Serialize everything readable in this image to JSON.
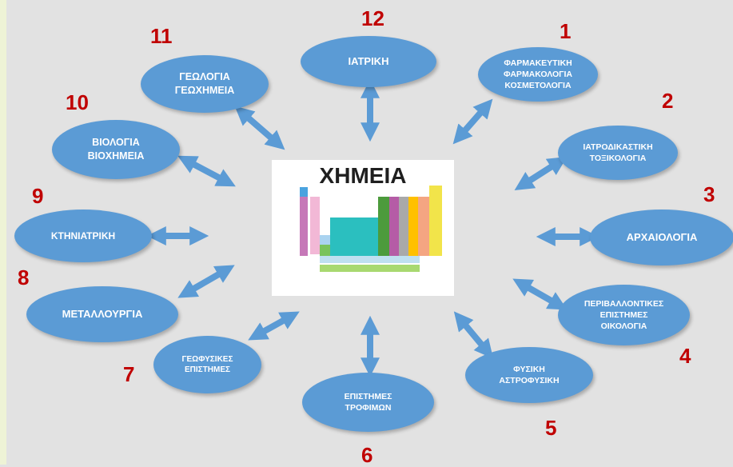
{
  "center": {
    "title": "ΧΗΜΕΙΑ"
  },
  "fields": [
    {
      "number": "1",
      "label": "ΦΑΡΜΑΚΕΥΤΙΚΗ\nΦΑΡΜΑΚΟΛΟΓΙΑ\nΚΟΣΜΕΤΟΛΟΓΙΑ"
    },
    {
      "number": "2",
      "label": "ΙΑΤΡΟΔΙΚΑΣΤΙΚΗ\nΤΟΞΙΚΟΛΟΓΙΑ"
    },
    {
      "number": "3",
      "label": "ΑΡΧΑΙΟΛΟΓΙΑ"
    },
    {
      "number": "4",
      "label": "ΠΕΡΙΒΑΛΛΟΝΤΙΚΕΣ\nΕΠΙΣΤΗΜΕΣ\nΟΙΚΟΛΟΓΙΑ"
    },
    {
      "number": "5",
      "label": "ΦΥΣΙΚΗ\nΑΣΤΡΟΦΥΣΙΚΗ"
    },
    {
      "number": "6",
      "label": "ΕΠΙΣΤΗΜΕΣ\nΤΡΟΦΙΜΩΝ"
    },
    {
      "number": "7",
      "label": "ΓΕΩΦΥΣΙΚΕΣ\nΕΠΙΣΤΗΜΕΣ"
    },
    {
      "number": "8",
      "label": "ΜΕΤΑΛΛΟΥΡΓΙΑ"
    },
    {
      "number": "9",
      "label": "ΚΤΗΝΙΑΤΡΙΚΗ"
    },
    {
      "number": "10",
      "label": "ΒΙΟΛΟΓΙΑ\nΒΙΟΧΗΜΕΙΑ"
    },
    {
      "number": "11",
      "label": "ΓΕΩΛΟΓΙΑ\nΓΕΩΧΗΜΕΙΑ"
    },
    {
      "number": "12",
      "label": "ΙΑΤΡΙΚΗ"
    }
  ],
  "colors": {
    "node_fill": "#5b9bd5",
    "number_color": "#c00000",
    "background": "#e2e2e2"
  }
}
